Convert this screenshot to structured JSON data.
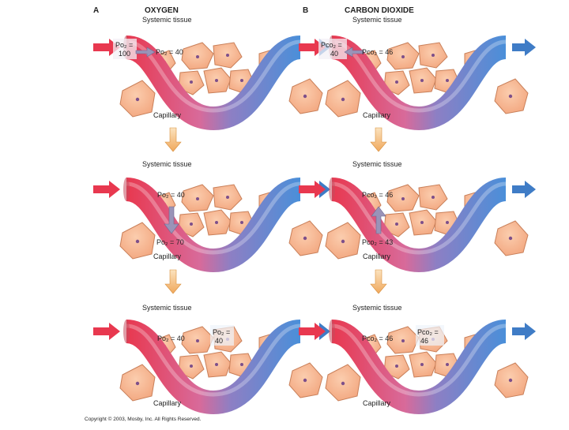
{
  "panel_a": {
    "letter": "A",
    "title": "OXYGEN",
    "stages": [
      {
        "tissue_label": "Systemic tissue",
        "capillary_label": "Capillary",
        "art_label": "Po₂ =",
        "art_value": "100",
        "tissue_value": "Po₂ = 40"
      },
      {
        "tissue_label": "Systemic tissue",
        "capillary_label": "Capillary",
        "tissue_value": "Po₂ = 40",
        "bottom_value": "Po₂ = 70"
      },
      {
        "tissue_label": "Systemic tissue",
        "capillary_label": "Capillary",
        "tissue_value": "Po₂ = 40",
        "ven_label": "Po₂ =",
        "ven_value": "40"
      }
    ]
  },
  "panel_b": {
    "letter": "B",
    "title": "CARBON DIOXIDE",
    "stages": [
      {
        "tissue_label": "Systemic tissue",
        "capillary_label": "Capillary",
        "art_label": "Pco₂ =",
        "art_value": "40",
        "tissue_value": "Pco₂ = 46"
      },
      {
        "tissue_label": "Systemic tissue",
        "capillary_label": "Capillary",
        "tissue_value": "Pco₂ = 46",
        "bottom_value": "Pco₂ = 43"
      },
      {
        "tissue_label": "Systemic tissue",
        "capillary_label": "Capillary",
        "tissue_value": "Pco₂ = 46",
        "ven_label": "Pco₂ =",
        "ven_value": "46"
      }
    ]
  },
  "copyright": "Copyright © 2003, Mosby, Inc. All Rights Reserved.",
  "colors": {
    "arterial": "#e8384f",
    "venous": "#4a8fd9",
    "cell_fill": "#f6b48c",
    "cell_stroke": "#c9805a",
    "nucleus": "#7d4f8a",
    "flow_arrow": "#f2b46a",
    "diffusion_arrow": "#9a93b8"
  }
}
